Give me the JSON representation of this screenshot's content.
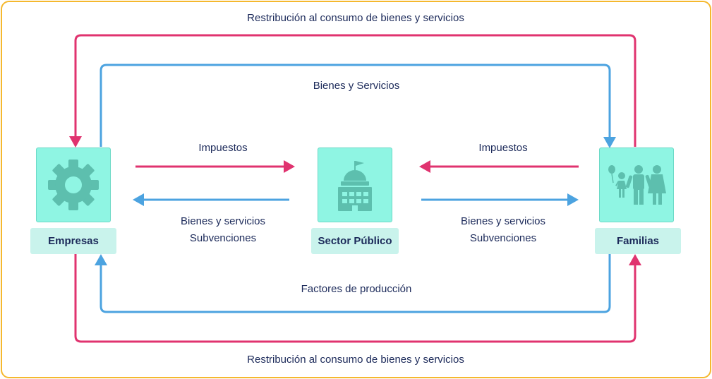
{
  "colors": {
    "frame": "#f5b82e",
    "pink": "#e0336f",
    "blue": "#4ca3e0",
    "node_fill": "#8ff5e3",
    "node_caption": "#c9f3ec",
    "icon": "#5dbfae",
    "text": "#1c2a5a"
  },
  "labels": {
    "top_outer": "Restribución al consumo de bienes y servicios",
    "bottom_outer": "Restribución al consumo de bienes y servicios",
    "top_inner": "Bienes y Servicios",
    "bottom_inner": "Factores de producción",
    "left_upper": "Impuestos",
    "left_lower_1": "Bienes y servicios",
    "left_lower_2": "Subvenciones",
    "right_upper": "Impuestos",
    "right_lower_1": "Bienes y servicios",
    "right_lower_2": "Subvenciones"
  },
  "nodes": {
    "empresas": {
      "label": "Empresas",
      "icon": "gear-icon"
    },
    "sector_publico": {
      "label": "Sector Público",
      "icon": "government-building-icon"
    },
    "familias": {
      "label": "Familias",
      "icon": "family-icon"
    }
  }
}
